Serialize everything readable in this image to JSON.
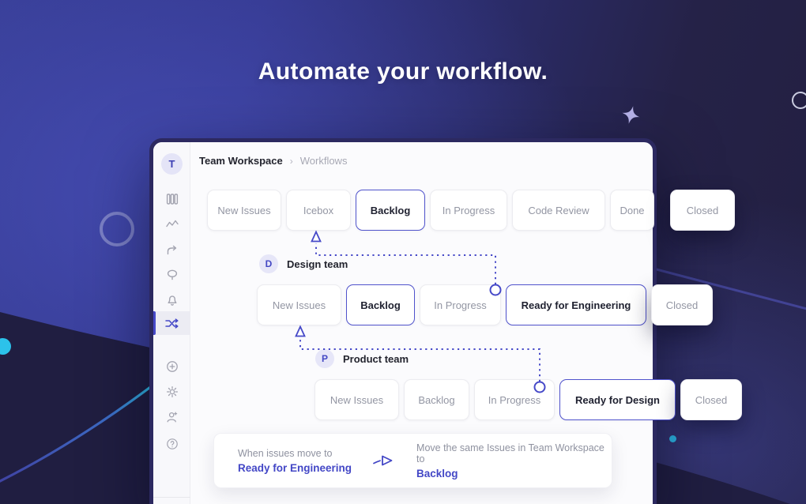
{
  "hero": {
    "headline": "Automate your workflow."
  },
  "app": {
    "logo_letter": "T",
    "breadcrumb": {
      "workspace": "Team Workspace",
      "separator": "›",
      "current": "Workflows"
    },
    "sidebar_icons": [
      "kanban-board-icon",
      "activity-chart-icon",
      "branch-icon",
      "balloon-icon",
      "notifications-bell-icon",
      "workflow-automation-icon",
      "add-circle-icon",
      "settings-gear-icon",
      "invite-user-icon",
      "help-icon"
    ]
  },
  "workflow": {
    "rows": [
      {
        "buttons": [
          {
            "label": "New Issues"
          },
          {
            "label": "Icebox"
          },
          {
            "label": "Backlog"
          },
          {
            "label": "In Progress"
          },
          {
            "label": "Code Review"
          },
          {
            "label": "Done"
          },
          {
            "label": "Closed"
          }
        ]
      },
      {
        "team_initial": "D",
        "team_name": "Design team",
        "buttons": [
          {
            "label": "New Issues"
          },
          {
            "label": "Backlog"
          },
          {
            "label": "In Progress"
          },
          {
            "label": "Ready for Engineering"
          },
          {
            "label": "Closed"
          }
        ]
      },
      {
        "team_initial": "P",
        "team_name": "Product team",
        "buttons": [
          {
            "label": "New Issues"
          },
          {
            "label": "Backlog"
          },
          {
            "label": "In Progress"
          },
          {
            "label": "Ready for Design"
          },
          {
            "label": "Closed"
          }
        ]
      }
    ]
  },
  "automation_rule": {
    "trigger_prefix": "When issues move to",
    "trigger_value": "Ready for Engineering",
    "action_prefix": "Move the same Issues in Team Workspace to",
    "action_value": "Backlog"
  },
  "colors": {
    "accent_purple": "#4649c8",
    "highlight_border": "#5053cc",
    "cyan": "#2cc2ea",
    "card_border": "#2c2960",
    "bg_blue": "#34398e",
    "bg_navy": "#221f41",
    "hill_navy": "#201e41",
    "star_lavender": "#b7b3ea",
    "text_dark": "#1f2130",
    "text_gray": "#9396a3"
  }
}
